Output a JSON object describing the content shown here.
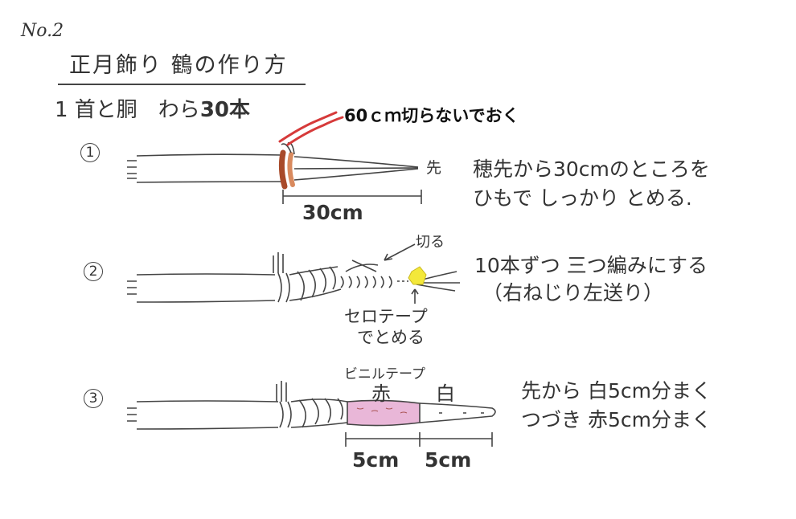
{
  "page_number": "No.2",
  "title": "正月飾り 鶴の作り方",
  "subtitle": {
    "prefix": "1 首と胴　わら",
    "count": "30本"
  },
  "annotation_red": "60ｃｍ切らないでおく",
  "steps": [
    {
      "number": "①",
      "desc_line1": "穂先から30cmのところを",
      "desc_line2": "ひもで しっかり とめる.",
      "tip_label": "先",
      "dimension": "30cm"
    },
    {
      "number": "②",
      "desc_line1": "10本ずつ 三つ編みにする",
      "desc_line2": "（右ねじり左送り）",
      "cut_label": "切る",
      "tape_label_line1": "セロテープ",
      "tape_label_line2": "でとめる"
    },
    {
      "number": "③",
      "desc_line1": "先から 白5cm分まく",
      "desc_line2": "つづき 赤5cm分まく",
      "vinyl_tape_label": "ビニルテープ",
      "red_label": "赤",
      "white_label": "白",
      "dimension_red": "5cm",
      "dimension_white": "5cm"
    }
  ],
  "colors": {
    "ink": "#333333",
    "string": "#d98a5e",
    "red_marker": "#d63a3a",
    "pink_tape": "#e9b7d8",
    "yellow_tape": "#f3e83a"
  }
}
